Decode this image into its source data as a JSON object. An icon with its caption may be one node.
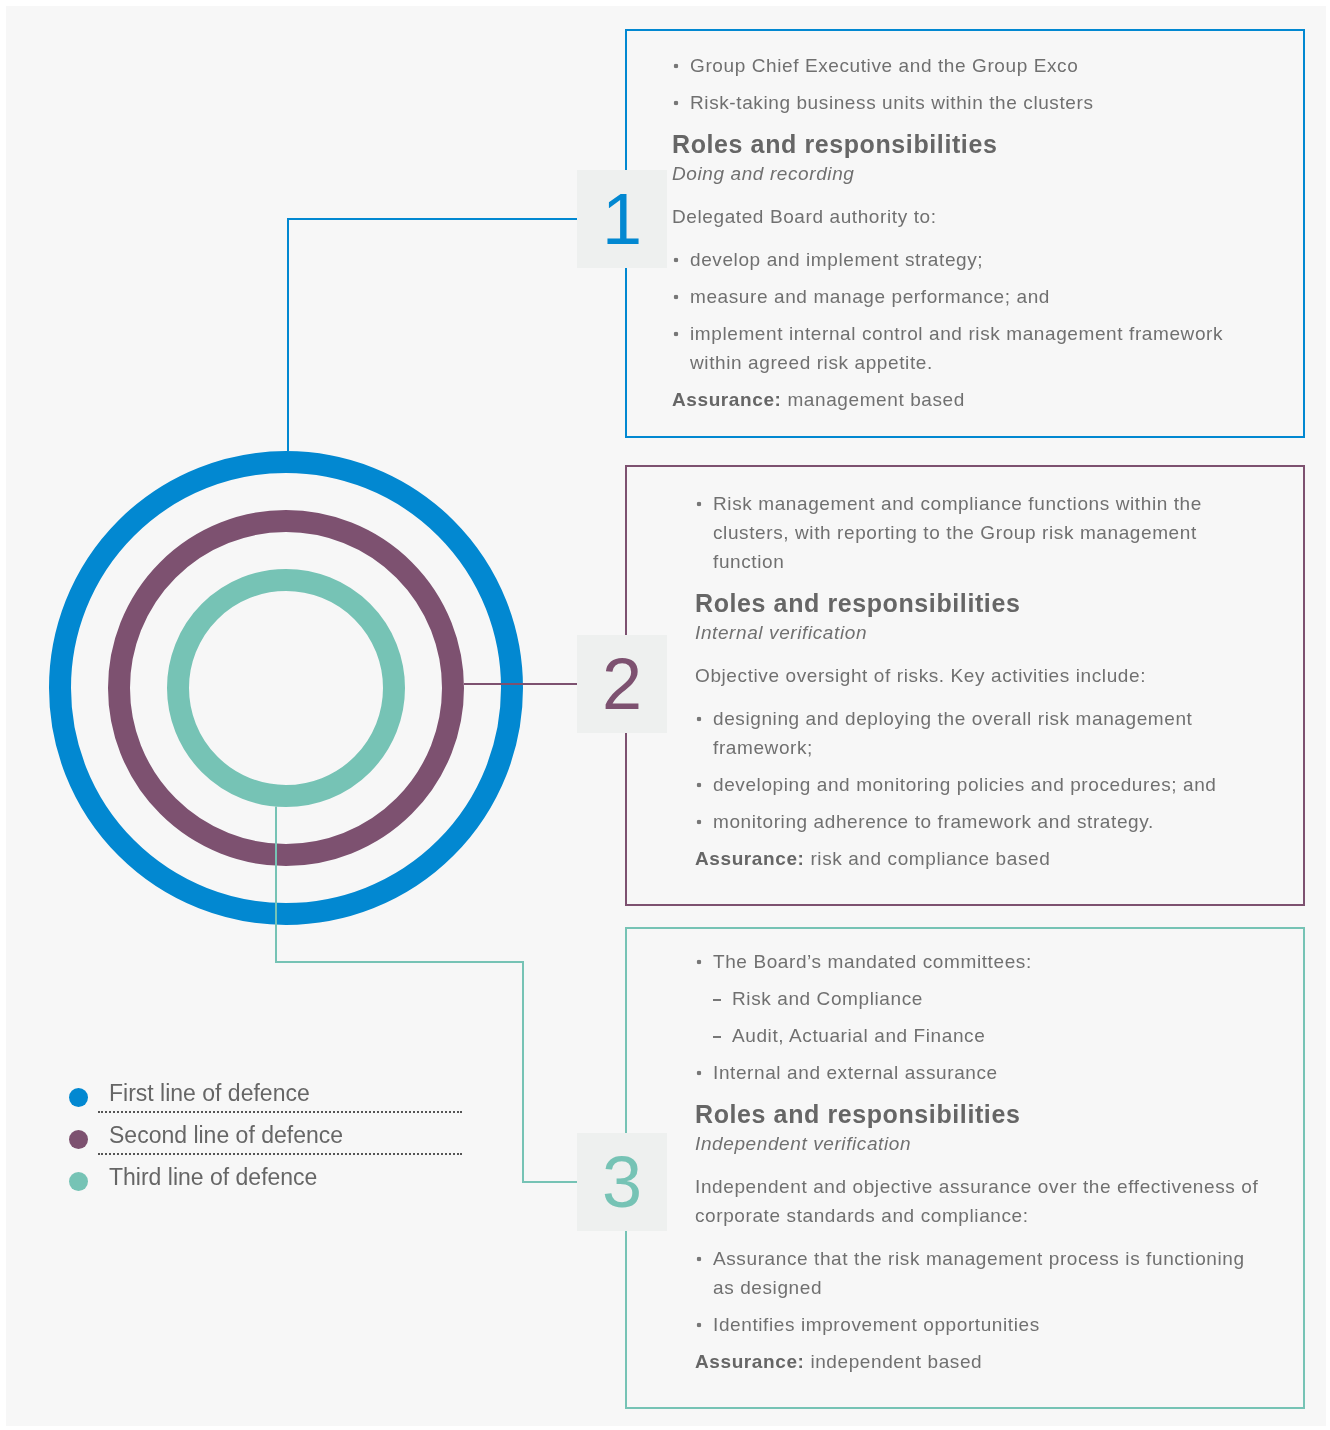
{
  "diagram": {
    "nodes": [
      {
        "text": [
          "Group Chief Executive and the Group Exco",
          "Risk-taking business units within the clusters",
          "Roles and responsibilities",
          "Doing and recording",
          "Delegated Board authority to:",
          "develop and implement strategy;",
          "measure and manage performance; and",
          "implement internal control and risk management framework within agreed risk appetite.",
          "**Assurance:** management based"
        ]
      },
      {
        "text": [
          "1"
        ]
      },
      {
        "text": [
          "Risk management and compliance functions within the clusters, with reporting to the Group risk management function",
          "Roles and responsibilities",
          "Internal verification",
          "Objective oversight of risks. Key activities include:",
          "designing and deploying the overall risk management framework;",
          "developing and monitoring policies and procedures; and",
          "monitoring adherence to framework and strategy.",
          "**Assurance:** risk and compliance based"
        ]
      },
      {
        "text": [
          "2"
        ]
      },
      {
        "text": [
          "The Board’s mandated committees:",
          "Risk and Compliance",
          "Audit, Actuarial and Finance",
          "Internal and external assurance",
          "Roles and responsibilities",
          "Independent verification",
          "Independent and objective assurance over the effectiveness of corporate standards and compliance:",
          "Assurance that the risk management process is functioning as designed",
          "Identifies improvement opportunities",
          "**Assurance:** independent based"
        ]
      },
      {
        "text": [
          "3"
        ]
      },
      {
        "text": [],
        "shape": "circle"
      },
      {
        "text": [],
        "shape": "circle",
        "in": 6
      },
      {
        "text": [],
        "shape": "circle",
        "in": 7
      }
    ],
    "edges": [
      {
        "from": 6,
        "to": 1,
        "arrow": "none",
        "color": "#0288d1"
      },
      {
        "from": 7,
        "to": 3,
        "arrow": "none",
        "color": "#7d5170"
      },
      {
        "from": 8,
        "to": 5,
        "arrow": "none",
        "color": "#76c3b5"
      }
    ],
    "legend": [
      {
        "text": "First line of defence",
        "color": "#0288d1"
      },
      {
        "text": "Second line of defence",
        "color": "#7d5170"
      },
      {
        "text": "Third line of defence",
        "color": "#76c3b5"
      }
    ]
  }
}
